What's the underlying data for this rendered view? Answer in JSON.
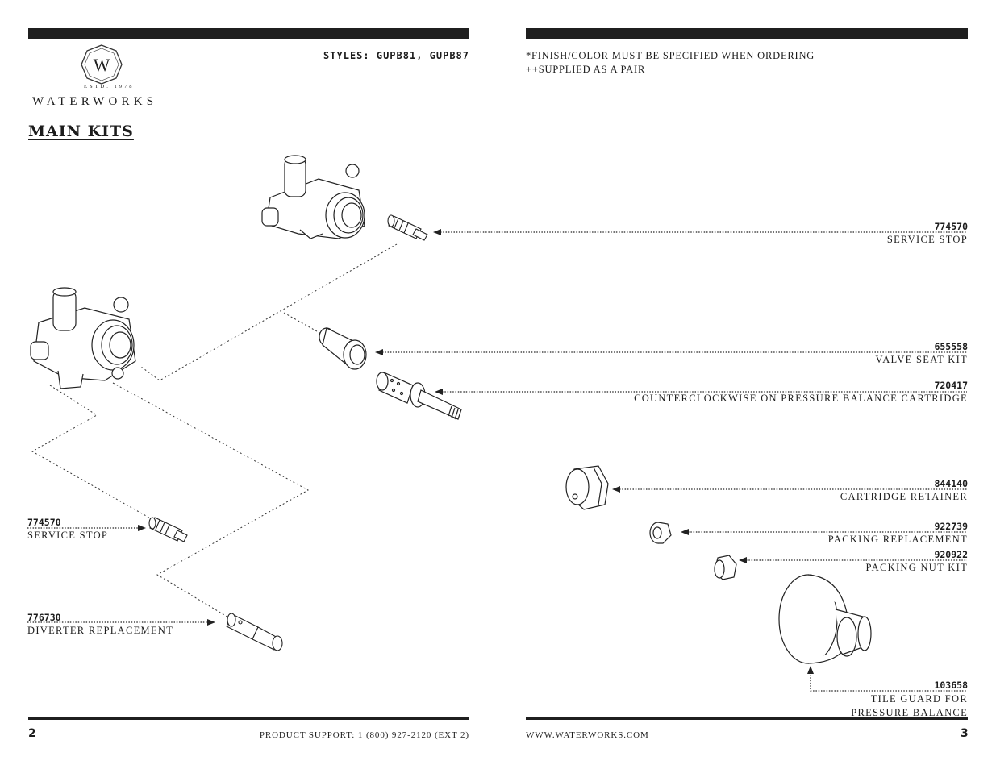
{
  "header": {
    "brand_name": "WATERWORKS",
    "brand_estd": "ESTD. 1978",
    "logo_letter": "W",
    "styles": "STYLES:  GUPB81, GUPB87",
    "note_finish": "*FINISH/COLOR MUST BE SPECIFIED WHEN ORDERING",
    "note_pair": "++SUPPLIED AS A PAIR"
  },
  "section_title": "MAIN KITS",
  "parts": [
    {
      "number": "774570",
      "name": "SERVICE STOP"
    },
    {
      "number": "655558",
      "name": "VALVE SEAT KIT"
    },
    {
      "number": "720417",
      "name": "COUNTERCLOCKWISE ON PRESSURE BALANCE CARTRIDGE"
    },
    {
      "number": "844140",
      "name": "CARTRIDGE RETAINER"
    },
    {
      "number": "922739",
      "name": "PACKING REPLACEMENT"
    },
    {
      "number": "920922",
      "name": "PACKING NUT KIT"
    },
    {
      "number": "103658",
      "name": "TILE GUARD FOR",
      "name2": "PRESSURE BALANCE"
    },
    {
      "number": "774570",
      "name": "SERVICE STOP"
    },
    {
      "number": "776730",
      "name": "DIVERTER REPLACEMENT"
    }
  ],
  "footer": {
    "page_left": "2",
    "page_right": "3",
    "support": "PRODUCT SUPPORT: 1 (800) 927-2120 (EXT 2)",
    "website": "WWW.WATERWORKS.COM"
  },
  "colors": {
    "ink": "#1f1f1f",
    "background": "#ffffff"
  }
}
